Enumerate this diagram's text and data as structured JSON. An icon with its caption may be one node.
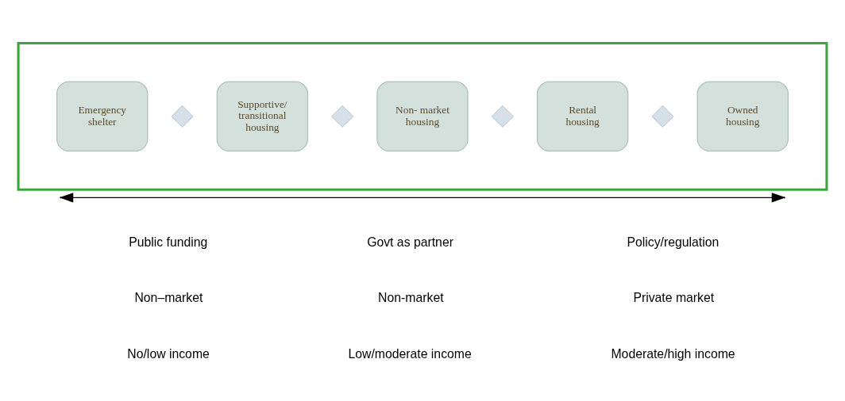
{
  "diagram": {
    "nodes": [
      {
        "text": [],
        "shape": "box"
      },
      {
        "text": [
          "Emergency shelter"
        ],
        "in": 0
      },
      {
        "text": [],
        "shape": "diamond",
        "in": 0
      },
      {
        "text": [
          "Supportive/ transitional housing"
        ],
        "in": 0
      },
      {
        "text": [],
        "shape": "diamond",
        "in": 0
      },
      {
        "text": [
          "Non- market housing"
        ],
        "in": 0
      },
      {
        "text": [],
        "shape": "diamond",
        "in": 0
      },
      {
        "text": [
          "Rental housing"
        ],
        "in": 0
      },
      {
        "text": [],
        "shape": "diamond",
        "in": 0
      },
      {
        "text": [
          "Owned housing"
        ],
        "in": 0
      }
    ],
    "edges": [],
    "labels": [
      "Public funding",
      "Govt as partner",
      "Policy/regulation",
      "Non–market",
      "Non-market",
      "Private market",
      "No/low income",
      "Low/moderate income",
      "Moderate/high income"
    ]
  }
}
